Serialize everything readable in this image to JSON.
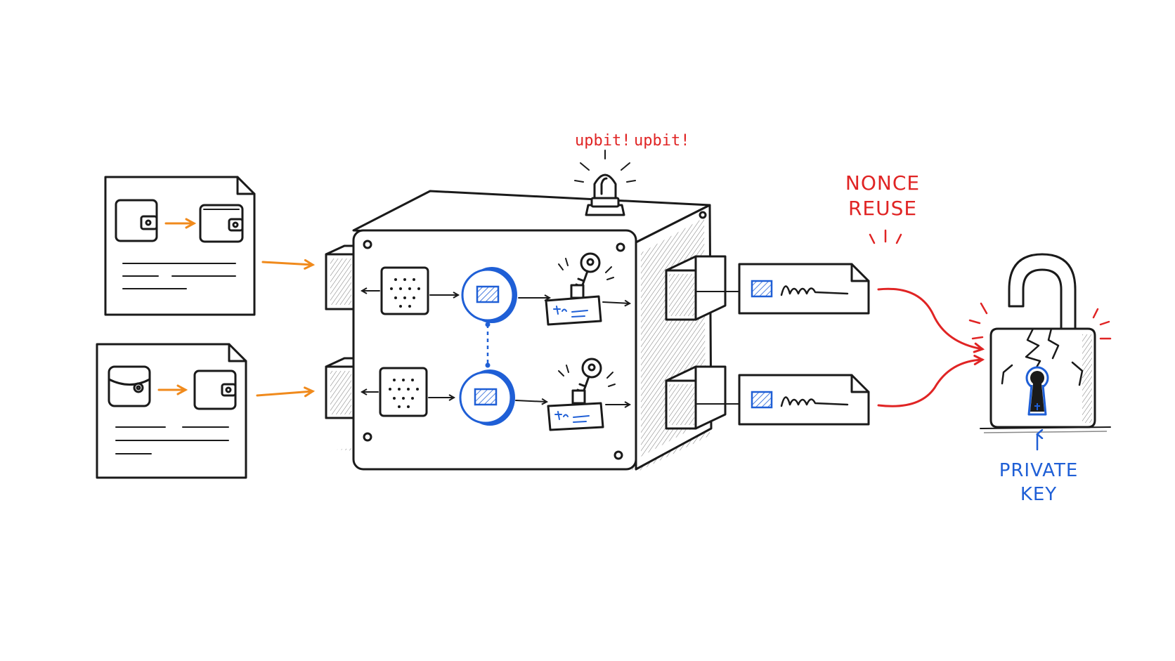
{
  "alarm": {
    "left": "upbit!",
    "right": "upbit!"
  },
  "warning": {
    "line1": "NONCE",
    "line2": "REUSE"
  },
  "result": {
    "line1": "PRIVATE",
    "line2": "KEY"
  },
  "colors": {
    "ink": "#1a1a1a",
    "orange": "#f08a1c",
    "red": "#e02424",
    "blue": "#1f5fd6"
  },
  "icons": [
    "document-icon",
    "wallet-icon",
    "hsm-box-icon",
    "chip-icon",
    "nonce-coin-icon",
    "key-icon",
    "alarm-light-icon",
    "signature-icon",
    "broken-padlock-icon"
  ]
}
